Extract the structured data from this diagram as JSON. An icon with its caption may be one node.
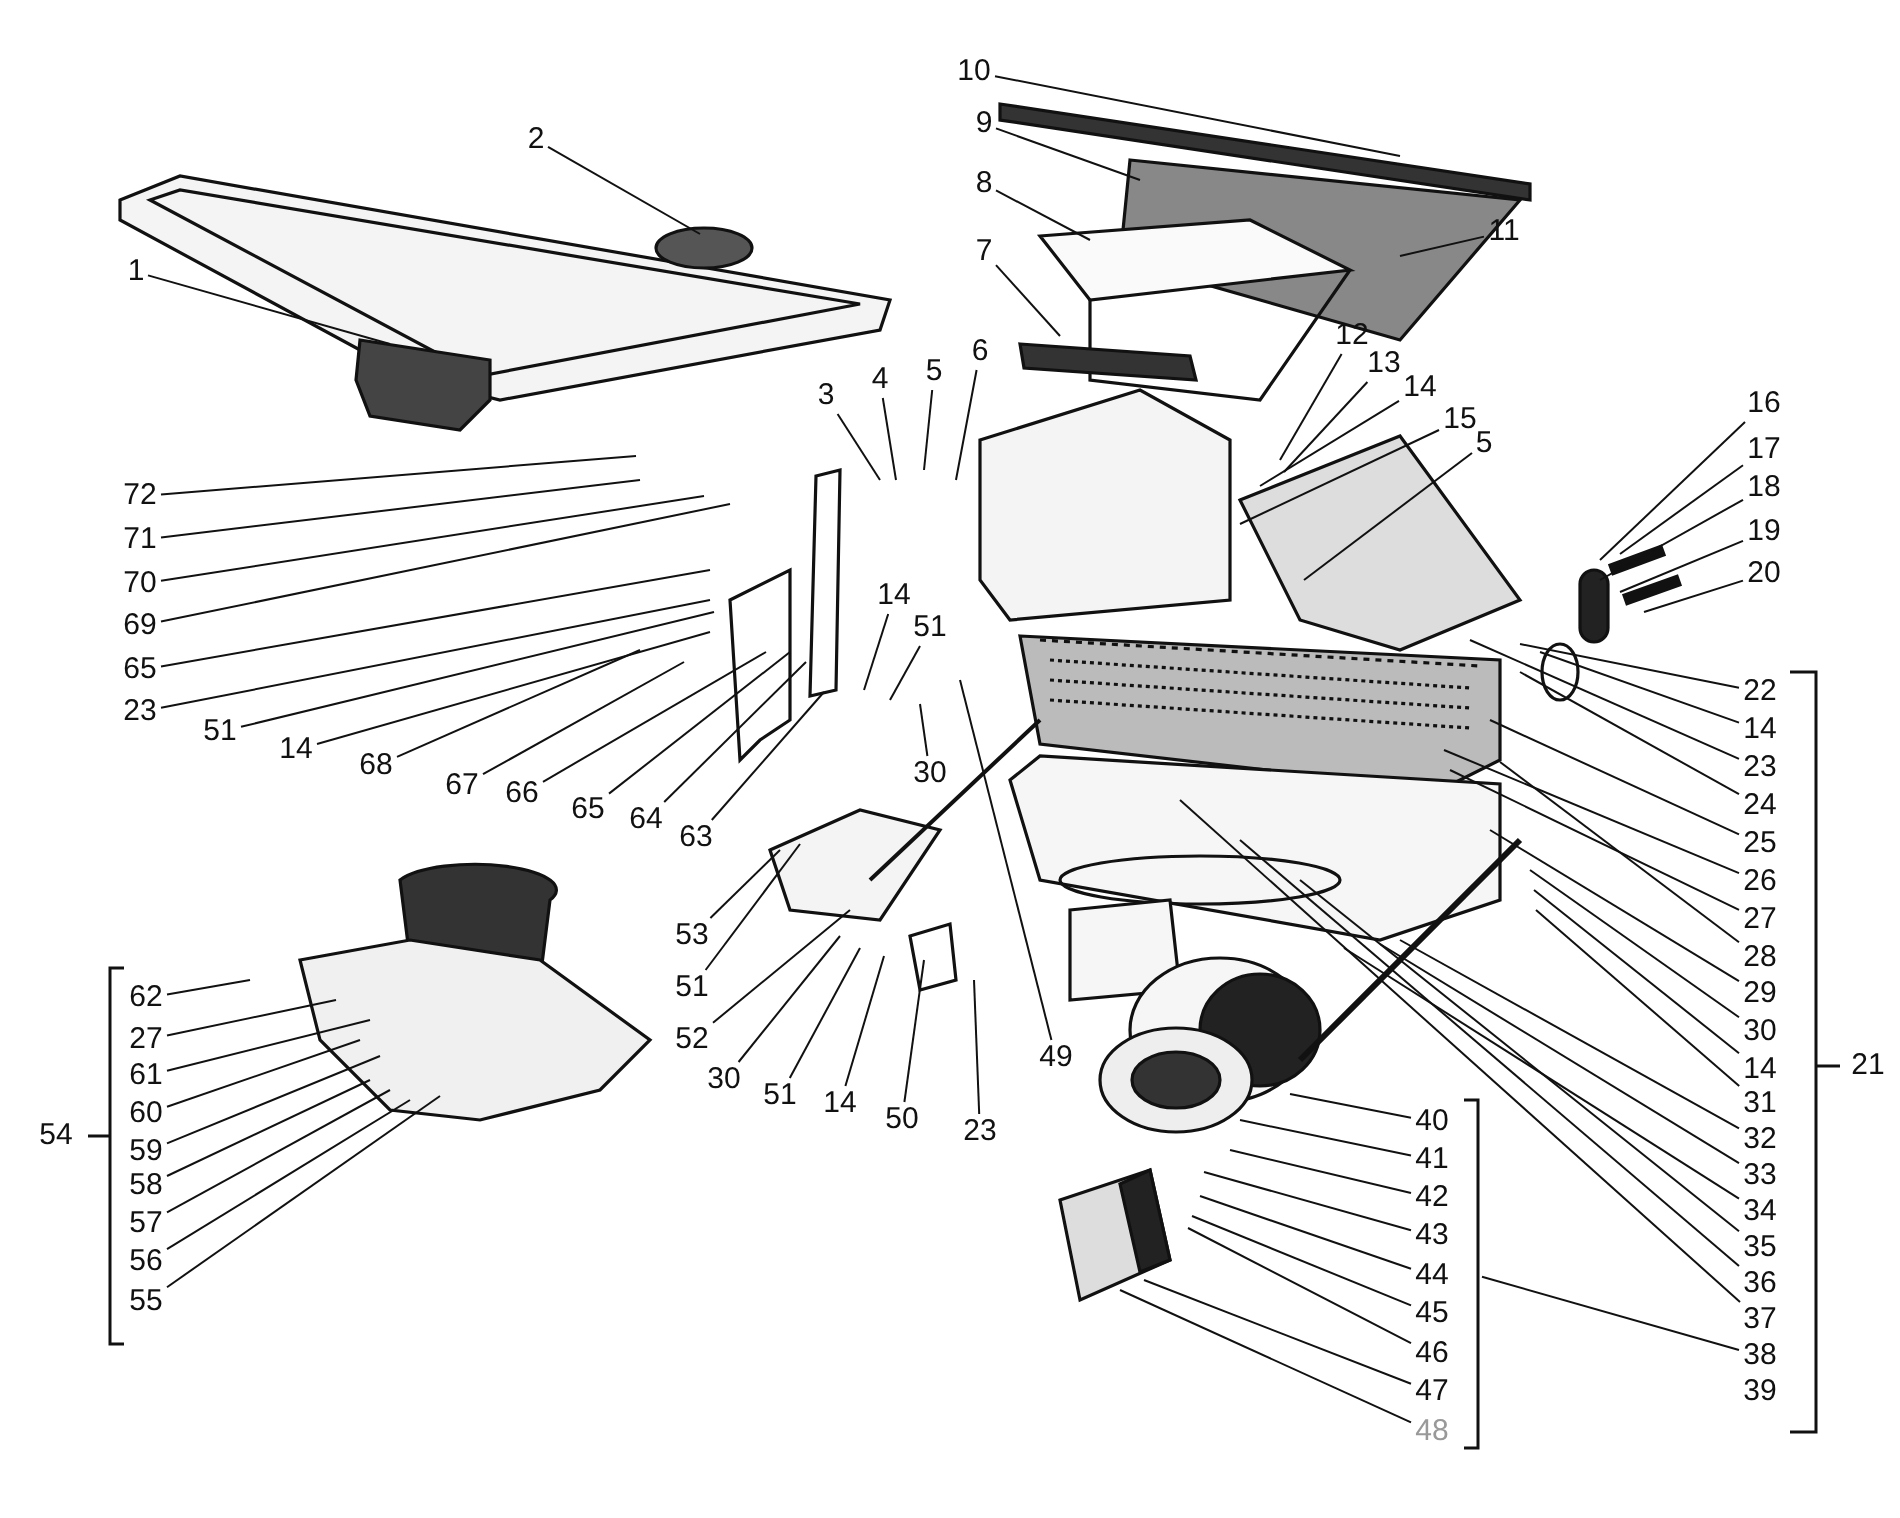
{
  "diagram": {
    "nodes": [
      {
        "text": [
          "10"
        ]
      },
      {
        "text": [
          "9"
        ]
      },
      {
        "text": [
          "8"
        ]
      },
      {
        "text": [
          "11"
        ]
      },
      {
        "text": [
          "7"
        ]
      },
      {
        "text": [
          "1"
        ]
      },
      {
        "text": [
          "2"
        ]
      },
      {
        "text": [
          "3"
        ]
      },
      {
        "text": [
          "4"
        ]
      },
      {
        "text": [
          "5"
        ]
      },
      {
        "text": [
          "6"
        ]
      },
      {
        "text": [
          "12"
        ]
      },
      {
        "text": [
          "13"
        ]
      },
      {
        "text": [
          "14"
        ]
      },
      {
        "text": [
          "15"
        ]
      },
      {
        "text": [
          "5"
        ]
      },
      {
        "text": [
          "16"
        ]
      },
      {
        "text": [
          "17"
        ]
      },
      {
        "text": [
          "18"
        ]
      },
      {
        "text": [
          "19"
        ]
      },
      {
        "text": [
          "20"
        ]
      },
      {
        "text": [
          "72"
        ]
      },
      {
        "text": [
          "71"
        ]
      },
      {
        "text": [
          "70"
        ]
      },
      {
        "text": [
          "69"
        ]
      },
      {
        "text": [
          "65"
        ]
      },
      {
        "text": [
          "23"
        ]
      },
      {
        "text": [
          "51"
        ]
      },
      {
        "text": [
          "14"
        ]
      },
      {
        "text": [
          "68"
        ]
      },
      {
        "text": [
          "67"
        ]
      },
      {
        "text": [
          "66"
        ]
      },
      {
        "text": [
          "65"
        ]
      },
      {
        "text": [
          "64"
        ]
      },
      {
        "text": [
          "63"
        ]
      },
      {
        "text": [
          "14"
        ]
      },
      {
        "text": [
          "51"
        ]
      },
      {
        "text": [
          "30"
        ]
      },
      {
        "text": [
          "22"
        ]
      },
      {
        "text": [
          "14"
        ]
      },
      {
        "text": [
          "23"
        ]
      },
      {
        "text": [
          "24"
        ]
      },
      {
        "text": [
          "25"
        ]
      },
      {
        "text": [
          "26"
        ]
      },
      {
        "text": [
          "27"
        ]
      },
      {
        "text": [
          "28"
        ]
      },
      {
        "text": [
          "29"
        ]
      },
      {
        "text": [
          "30"
        ]
      },
      {
        "text": [
          "14"
        ]
      },
      {
        "text": [
          "31"
        ]
      },
      {
        "text": [
          "32"
        ]
      },
      {
        "text": [
          "33"
        ]
      },
      {
        "text": [
          "34"
        ]
      },
      {
        "text": [
          "35"
        ]
      },
      {
        "text": [
          "36"
        ]
      },
      {
        "text": [
          "37"
        ]
      },
      {
        "text": [
          "38"
        ]
      },
      {
        "text": [
          "49"
        ]
      },
      {
        "text": [
          "53"
        ]
      },
      {
        "text": [
          "51"
        ]
      },
      {
        "text": [
          "52"
        ]
      },
      {
        "text": [
          "30"
        ]
      },
      {
        "text": [
          "51"
        ]
      },
      {
        "text": [
          "14"
        ]
      },
      {
        "text": [
          "50"
        ]
      },
      {
        "text": [
          "23"
        ]
      },
      {
        "text": [
          "40"
        ]
      },
      {
        "text": [
          "41"
        ]
      },
      {
        "text": [
          "42"
        ]
      },
      {
        "text": [
          "43"
        ]
      },
      {
        "text": [
          "44"
        ]
      },
      {
        "text": [
          "45"
        ]
      },
      {
        "text": [
          "46"
        ]
      },
      {
        "text": [
          "47"
        ]
      },
      {
        "text": [
          "48"
        ]
      },
      {
        "text": [
          "62"
        ]
      },
      {
        "text": [
          "27"
        ]
      },
      {
        "text": [
          "61"
        ]
      },
      {
        "text": [
          "60"
        ]
      },
      {
        "text": [
          "59"
        ]
      },
      {
        "text": [
          "58"
        ]
      },
      {
        "text": [
          "57"
        ]
      },
      {
        "text": [
          "56"
        ]
      },
      {
        "text": [
          "55"
        ]
      },
      {
        "text": [],
        "shape": "bracket"
      }
    ],
    "edges": [
      {
        "from": 0,
        "to": null,
        "arrow": "none"
      },
      {
        "from": 1,
        "to": null,
        "arrow": "none"
      },
      {
        "from": 2,
        "to": null,
        "arrow": "none"
      },
      {
        "from": 3,
        "to": null,
        "arrow": "none"
      },
      {
        "from": 4,
        "to": null,
        "arrow": "none"
      },
      {
        "from": 5,
        "to": null,
        "arrow": "none"
      },
      {
        "from": 6,
        "to": null,
        "arrow": "none"
      },
      {
        "from": 7,
        "to": null,
        "arrow": "none"
      },
      {
        "from": 8,
        "to": null,
        "arrow": "none"
      },
      {
        "from": 9,
        "to": null,
        "arrow": "none"
      },
      {
        "from": 10,
        "to": null,
        "arrow": "none"
      },
      {
        "from": 11,
        "to": null,
        "arrow": "none"
      },
      {
        "from": 12,
        "to": null,
        "arrow": "none"
      },
      {
        "from": 13,
        "to": null,
        "arrow": "none"
      },
      {
        "from": 14,
        "to": null,
        "arrow": "none"
      },
      {
        "from": 15,
        "to": null,
        "arrow": "none"
      },
      {
        "from": 16,
        "to": null,
        "arrow": "none"
      },
      {
        "from": 17,
        "to": null,
        "arrow": "none"
      },
      {
        "from": 18,
        "to": null,
        "arrow": "none"
      },
      {
        "from": 19,
        "to": null,
        "arrow": "none"
      },
      {
        "from": 20,
        "to": null,
        "arrow": "none"
      },
      {
        "from": 21,
        "to": null,
        "arrow": "none"
      },
      {
        "from": 22,
        "to": null,
        "arrow": "none"
      },
      {
        "from": 23,
        "to": null,
        "arrow": "none"
      },
      {
        "from": 24,
        "to": null,
        "arrow": "none"
      },
      {
        "from": 25,
        "to": null,
        "arrow": "none"
      },
      {
        "from": 26,
        "to": null,
        "arrow": "none"
      },
      {
        "from": 27,
        "to": null,
        "arrow": "none"
      },
      {
        "from": 28,
        "to": null,
        "arrow": "none"
      },
      {
        "from": 29,
        "to": null,
        "arrow": "none"
      },
      {
        "from": 30,
        "to": null,
        "arrow": "none"
      },
      {
        "from": 31,
        "to": null,
        "arrow": "none"
      },
      {
        "from": 32,
        "to": null,
        "arrow": "none"
      },
      {
        "from": 33,
        "to": null,
        "arrow": "none"
      },
      {
        "from": 34,
        "to": null,
        "arrow": "none"
      },
      {
        "from": 35,
        "to": null,
        "arrow": "none"
      },
      {
        "from": 36,
        "to": null,
        "arrow": "none"
      },
      {
        "from": 37,
        "to": null,
        "arrow": "none"
      },
      {
        "from": 38,
        "to": null,
        "arrow": "none"
      },
      {
        "from": 39,
        "to": null,
        "arrow": "none"
      },
      {
        "from": 40,
        "to": null,
        "arrow": "none"
      },
      {
        "from": 41,
        "to": null,
        "arrow": "none"
      },
      {
        "from": 42,
        "to": null,
        "arrow": "none"
      },
      {
        "from": 43,
        "to": null,
        "arrow": "none"
      },
      {
        "from": 44,
        "to": null,
        "arrow": "none"
      },
      {
        "from": 45,
        "to": null,
        "arrow": "none"
      },
      {
        "from": 46,
        "to": null,
        "arrow": "none"
      },
      {
        "from": 47,
        "to": null,
        "arrow": "none"
      },
      {
        "from": 48,
        "to": null,
        "arrow": "none"
      },
      {
        "from": 49,
        "to": null,
        "arrow": "none"
      },
      {
        "from": 50,
        "to": null,
        "arrow": "none"
      },
      {
        "from": 51,
        "to": null,
        "arrow": "none"
      },
      {
        "from": 52,
        "to": null,
        "arrow": "none"
      },
      {
        "from": 53,
        "to": null,
        "arrow": "none"
      },
      {
        "from": 54,
        "to": null,
        "arrow": "none"
      },
      {
        "from": 55,
        "to": null,
        "arrow": "none"
      },
      {
        "from": 56,
        "to": 84,
        "arrow": "none"
      },
      {
        "from": 57,
        "to": null,
        "arrow": "none"
      },
      {
        "from": 58,
        "to": null,
        "arrow": "none"
      },
      {
        "from": 59,
        "to": null,
        "arrow": "none"
      },
      {
        "from": 60,
        "to": null,
        "arrow": "none"
      },
      {
        "from": 61,
        "to": null,
        "arrow": "none"
      },
      {
        "from": 62,
        "to": null,
        "arrow": "none"
      },
      {
        "from": 63,
        "to": null,
        "arrow": "none"
      },
      {
        "from": 64,
        "to": null,
        "arrow": "none"
      },
      {
        "from": 65,
        "to": null,
        "arrow": "none"
      },
      {
        "from": 66,
        "to": null,
        "arrow": "none"
      },
      {
        "from": 67,
        "to": null,
        "arrow": "none"
      },
      {
        "from": 68,
        "to": null,
        "arrow": "none"
      },
      {
        "from": 69,
        "to": null,
        "arrow": "none"
      },
      {
        "from": 70,
        "to": null,
        "arrow": "none"
      },
      {
        "from": 71,
        "to": null,
        "arrow": "none"
      },
      {
        "from": 72,
        "to": null,
        "arrow": "none"
      },
      {
        "from": 73,
        "to": null,
        "arrow": "none"
      },
      {
        "from": 74,
        "to": null,
        "arrow": "none"
      },
      {
        "from": 75,
        "to": null,
        "arrow": "none"
      },
      {
        "from": 76,
        "to": null,
        "arrow": "none"
      },
      {
        "from": 77,
        "to": null,
        "arrow": "none"
      },
      {
        "from": 78,
        "to": null,
        "arrow": "none"
      },
      {
        "from": 79,
        "to": null,
        "arrow": "none"
      },
      {
        "from": 80,
        "to": null,
        "arrow": "none"
      },
      {
        "from": 81,
        "to": null,
        "arrow": "none"
      },
      {
        "from": 82,
        "to": null,
        "arrow": "none"
      },
      {
        "from": 83,
        "to": null,
        "arrow": "none"
      }
    ],
    "labels": [
      "39",
      "21",
      "54"
    ]
  }
}
